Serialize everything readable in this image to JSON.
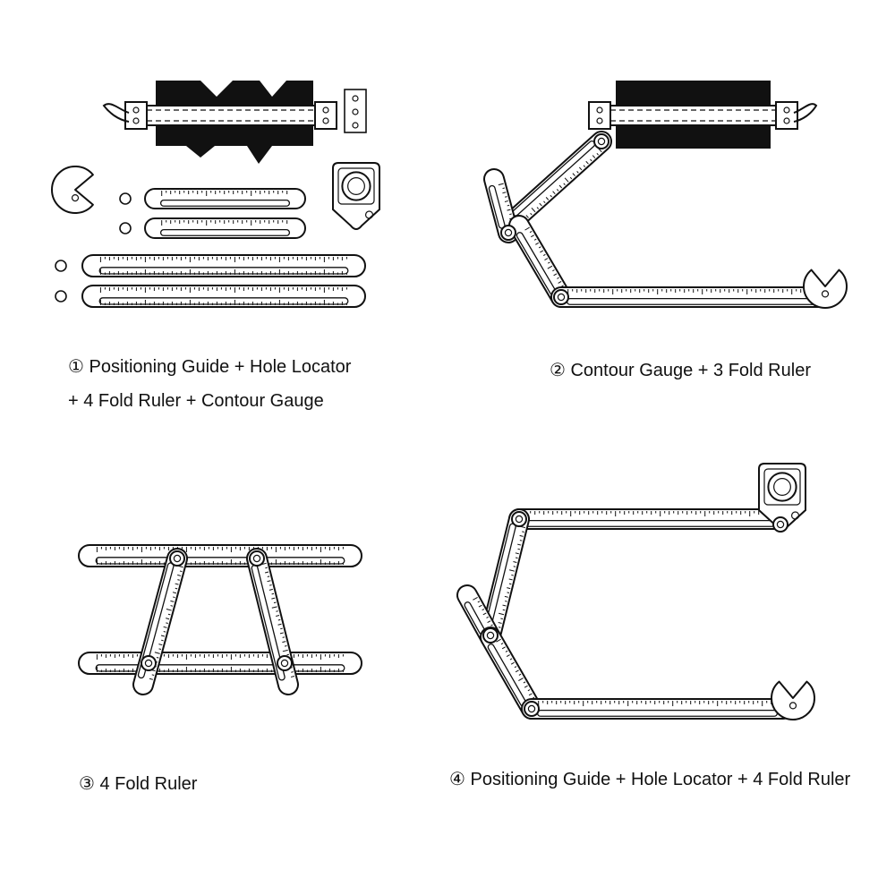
{
  "panels": [
    {
      "id": "p1",
      "caption_lines": [
        "① Positioning Guide + Hole Locator",
        "+ 4 Fold Ruler + Contour Gauge"
      ]
    },
    {
      "id": "p2",
      "caption_lines": [
        "② Contour Gauge + 3 Fold Ruler"
      ]
    },
    {
      "id": "p3",
      "caption_lines": [
        "③ 4 Fold Ruler"
      ]
    },
    {
      "id": "p4",
      "caption_lines": [
        "④ Positioning Guide + Hole Locator + 4 Fold Ruler"
      ]
    }
  ],
  "colors": {
    "line": "#111111",
    "fill": "#ffffff"
  }
}
